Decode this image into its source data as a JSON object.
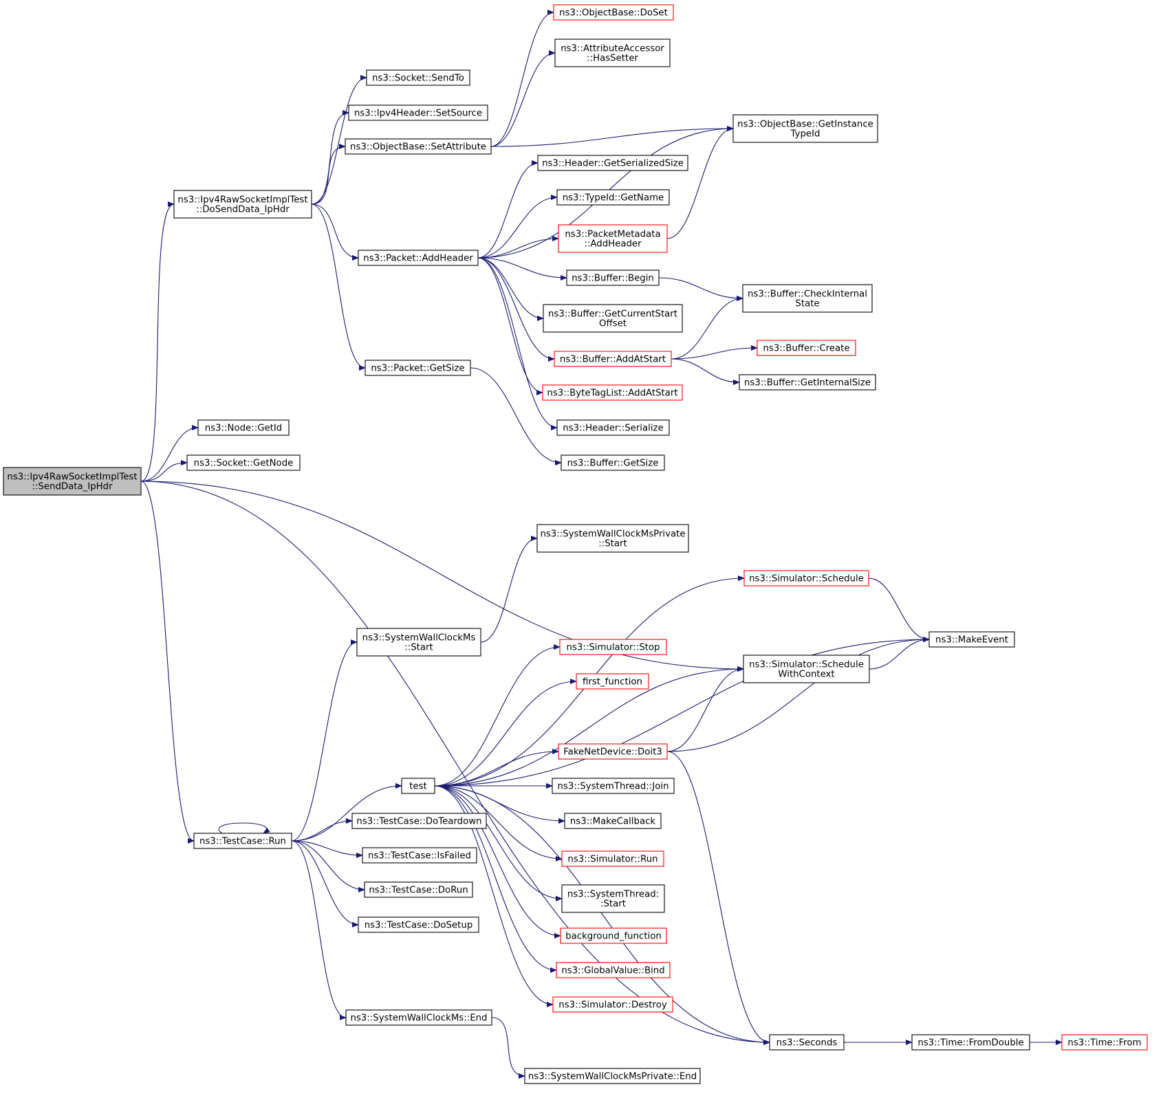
{
  "nodes": [
    {
      "id": "root",
      "lines": [
        "ns3::Ipv4RawSocketImplTest",
        "::SendData_IpHdr"
      ],
      "style": "root"
    },
    {
      "id": "doSend",
      "lines": [
        "ns3::Ipv4RawSocketImplTest",
        "::DoSendData_IpHdr"
      ],
      "style": "black"
    },
    {
      "id": "getId",
      "lines": [
        "ns3::Node::GetId"
      ],
      "style": "black"
    },
    {
      "id": "getNode",
      "lines": [
        "ns3::Socket::GetNode"
      ],
      "style": "black"
    },
    {
      "id": "tcRun",
      "lines": [
        "ns3::TestCase::Run"
      ],
      "style": "black"
    },
    {
      "id": "sendTo",
      "lines": [
        "ns3::Socket::SendTo"
      ],
      "style": "black"
    },
    {
      "id": "setSource",
      "lines": [
        "ns3::Ipv4Header::SetSource"
      ],
      "style": "black"
    },
    {
      "id": "setAttr",
      "lines": [
        "ns3::ObjectBase::SetAttribute"
      ],
      "style": "black"
    },
    {
      "id": "addHeader",
      "lines": [
        "ns3::Packet::AddHeader"
      ],
      "style": "black"
    },
    {
      "id": "pktGetSize",
      "lines": [
        "ns3::Packet::GetSize"
      ],
      "style": "black"
    },
    {
      "id": "doSet",
      "lines": [
        "ns3::ObjectBase::DoSet"
      ],
      "style": "red"
    },
    {
      "id": "hasSetter",
      "lines": [
        "ns3::AttributeAccessor",
        "::HasSetter"
      ],
      "style": "black"
    },
    {
      "id": "getInstTypeId",
      "lines": [
        "ns3::ObjectBase::GetInstance",
        "TypeId"
      ],
      "style": "black"
    },
    {
      "id": "getSerSize",
      "lines": [
        "ns3::Header::GetSerializedSize"
      ],
      "style": "black"
    },
    {
      "id": "typeIdGetName",
      "lines": [
        "ns3::TypeId::GetName"
      ],
      "style": "black"
    },
    {
      "id": "pmAddHeader",
      "lines": [
        "ns3::PacketMetadata",
        "::AddHeader"
      ],
      "style": "red"
    },
    {
      "id": "bufBegin",
      "lines": [
        "ns3::Buffer::Begin"
      ],
      "style": "black"
    },
    {
      "id": "bufCheckInt",
      "lines": [
        "ns3::Buffer::CheckInternal",
        "State"
      ],
      "style": "black"
    },
    {
      "id": "bufGetCurStart",
      "lines": [
        "ns3::Buffer::GetCurrentStart",
        "Offset"
      ],
      "style": "black"
    },
    {
      "id": "bufAddAtStart",
      "lines": [
        "ns3::Buffer::AddAtStart"
      ],
      "style": "red"
    },
    {
      "id": "bufCreate",
      "lines": [
        "ns3::Buffer::Create"
      ],
      "style": "red"
    },
    {
      "id": "bufGetIntSize",
      "lines": [
        "ns3::Buffer::GetInternalSize"
      ],
      "style": "black"
    },
    {
      "id": "btlAddAtStart",
      "lines": [
        "ns3::ByteTagList::AddAtStart"
      ],
      "style": "red"
    },
    {
      "id": "hdrSerialize",
      "lines": [
        "ns3::Header::Serialize"
      ],
      "style": "black"
    },
    {
      "id": "bufGetSize",
      "lines": [
        "ns3::Buffer::GetSize"
      ],
      "style": "black"
    },
    {
      "id": "swcmpStart",
      "lines": [
        "ns3::SystemWallClockMsPrivate",
        "::Start"
      ],
      "style": "black"
    },
    {
      "id": "swcmStart",
      "lines": [
        "ns3::SystemWallClockMs",
        "::Start"
      ],
      "style": "black"
    },
    {
      "id": "simSchedule",
      "lines": [
        "ns3::Simulator::Schedule"
      ],
      "style": "red"
    },
    {
      "id": "makeEvent",
      "lines": [
        "ns3::MakeEvent"
      ],
      "style": "black"
    },
    {
      "id": "simStop",
      "lines": [
        "ns3::Simulator::Stop"
      ],
      "style": "red"
    },
    {
      "id": "schedWithCtx",
      "lines": [
        "ns3::Simulator::Schedule",
        "WithContext"
      ],
      "style": "black"
    },
    {
      "id": "firstFn",
      "lines": [
        "first_function"
      ],
      "style": "red"
    },
    {
      "id": "doit3",
      "lines": [
        "FakeNetDevice::Doit3"
      ],
      "style": "red"
    },
    {
      "id": "test",
      "lines": [
        "test"
      ],
      "style": "black"
    },
    {
      "id": "stJoin",
      "lines": [
        "ns3::SystemThread::Join"
      ],
      "style": "black"
    },
    {
      "id": "makeCallback",
      "lines": [
        "ns3::MakeCallback"
      ],
      "style": "black"
    },
    {
      "id": "tcDoTeardown",
      "lines": [
        "ns3::TestCase::DoTeardown"
      ],
      "style": "black"
    },
    {
      "id": "tcIsFailed",
      "lines": [
        "ns3::TestCase::IsFailed"
      ],
      "style": "black"
    },
    {
      "id": "simRun",
      "lines": [
        "ns3::Simulator::Run"
      ],
      "style": "red"
    },
    {
      "id": "tcDoRun",
      "lines": [
        "ns3::TestCase::DoRun"
      ],
      "style": "black"
    },
    {
      "id": "stStart",
      "lines": [
        "ns3::SystemThread:",
        ":Start"
      ],
      "style": "black"
    },
    {
      "id": "tcDoSetup",
      "lines": [
        "ns3::TestCase::DoSetup"
      ],
      "style": "black"
    },
    {
      "id": "bgFn",
      "lines": [
        "background_function"
      ],
      "style": "red"
    },
    {
      "id": "gvBind",
      "lines": [
        "ns3::GlobalValue::Bind"
      ],
      "style": "red"
    },
    {
      "id": "simDestroy",
      "lines": [
        "ns3::Simulator::Destroy"
      ],
      "style": "red"
    },
    {
      "id": "swcmEnd",
      "lines": [
        "ns3::SystemWallClockMs::End"
      ],
      "style": "black"
    },
    {
      "id": "seconds",
      "lines": [
        "ns3::Seconds"
      ],
      "style": "black"
    },
    {
      "id": "fromDouble",
      "lines": [
        "ns3::Time::FromDouble"
      ],
      "style": "black"
    },
    {
      "id": "timeFrom",
      "lines": [
        "ns3::Time::From"
      ],
      "style": "red"
    },
    {
      "id": "swcmpEnd",
      "lines": [
        "ns3::SystemWallClockMsPrivate::End"
      ],
      "style": "black"
    }
  ],
  "edges": [
    [
      "root",
      "doSend"
    ],
    [
      "root",
      "getId"
    ],
    [
      "root",
      "getNode"
    ],
    [
      "root",
      "schedWithCtx"
    ],
    [
      "root",
      "tcRun"
    ],
    [
      "root",
      "seconds"
    ],
    [
      "doSend",
      "sendTo"
    ],
    [
      "doSend",
      "setSource"
    ],
    [
      "doSend",
      "setAttr"
    ],
    [
      "doSend",
      "addHeader"
    ],
    [
      "doSend",
      "pktGetSize"
    ],
    [
      "setAttr",
      "doSet"
    ],
    [
      "setAttr",
      "hasSetter"
    ],
    [
      "setAttr",
      "getInstTypeId"
    ],
    [
      "addHeader",
      "getInstTypeId"
    ],
    [
      "addHeader",
      "getSerSize"
    ],
    [
      "addHeader",
      "typeIdGetName"
    ],
    [
      "addHeader",
      "pmAddHeader"
    ],
    [
      "addHeader",
      "bufBegin"
    ],
    [
      "addHeader",
      "bufGetCurStart"
    ],
    [
      "addHeader",
      "bufAddAtStart"
    ],
    [
      "addHeader",
      "btlAddAtStart"
    ],
    [
      "addHeader",
      "hdrSerialize"
    ],
    [
      "pmAddHeader",
      "getInstTypeId"
    ],
    [
      "bufBegin",
      "bufCheckInt"
    ],
    [
      "bufAddAtStart",
      "bufCheckInt"
    ],
    [
      "bufAddAtStart",
      "bufCreate"
    ],
    [
      "bufAddAtStart",
      "bufGetIntSize"
    ],
    [
      "pktGetSize",
      "bufGetSize"
    ],
    [
      "tcRun",
      "tcRun"
    ],
    [
      "tcRun",
      "swcmStart"
    ],
    [
      "tcRun",
      "test"
    ],
    [
      "tcRun",
      "tcDoTeardown"
    ],
    [
      "tcRun",
      "tcIsFailed"
    ],
    [
      "tcRun",
      "tcDoRun"
    ],
    [
      "tcRun",
      "tcDoSetup"
    ],
    [
      "tcRun",
      "swcmEnd"
    ],
    [
      "swcmStart",
      "swcmpStart"
    ],
    [
      "swcmEnd",
      "swcmpEnd"
    ],
    [
      "test",
      "simSchedule"
    ],
    [
      "test",
      "makeEvent"
    ],
    [
      "test",
      "simStop"
    ],
    [
      "test",
      "firstFn"
    ],
    [
      "test",
      "schedWithCtx"
    ],
    [
      "test",
      "doit3"
    ],
    [
      "test",
      "stJoin"
    ],
    [
      "test",
      "makeCallback"
    ],
    [
      "test",
      "simRun"
    ],
    [
      "test",
      "stStart"
    ],
    [
      "test",
      "bgFn"
    ],
    [
      "test",
      "gvBind"
    ],
    [
      "test",
      "simDestroy"
    ],
    [
      "test",
      "seconds"
    ],
    [
      "simSchedule",
      "makeEvent"
    ],
    [
      "schedWithCtx",
      "makeEvent"
    ],
    [
      "doit3",
      "schedWithCtx"
    ],
    [
      "doit3",
      "makeEvent"
    ],
    [
      "doit3",
      "seconds"
    ],
    [
      "seconds",
      "fromDouble"
    ],
    [
      "fromDouble",
      "timeFrom"
    ]
  ]
}
